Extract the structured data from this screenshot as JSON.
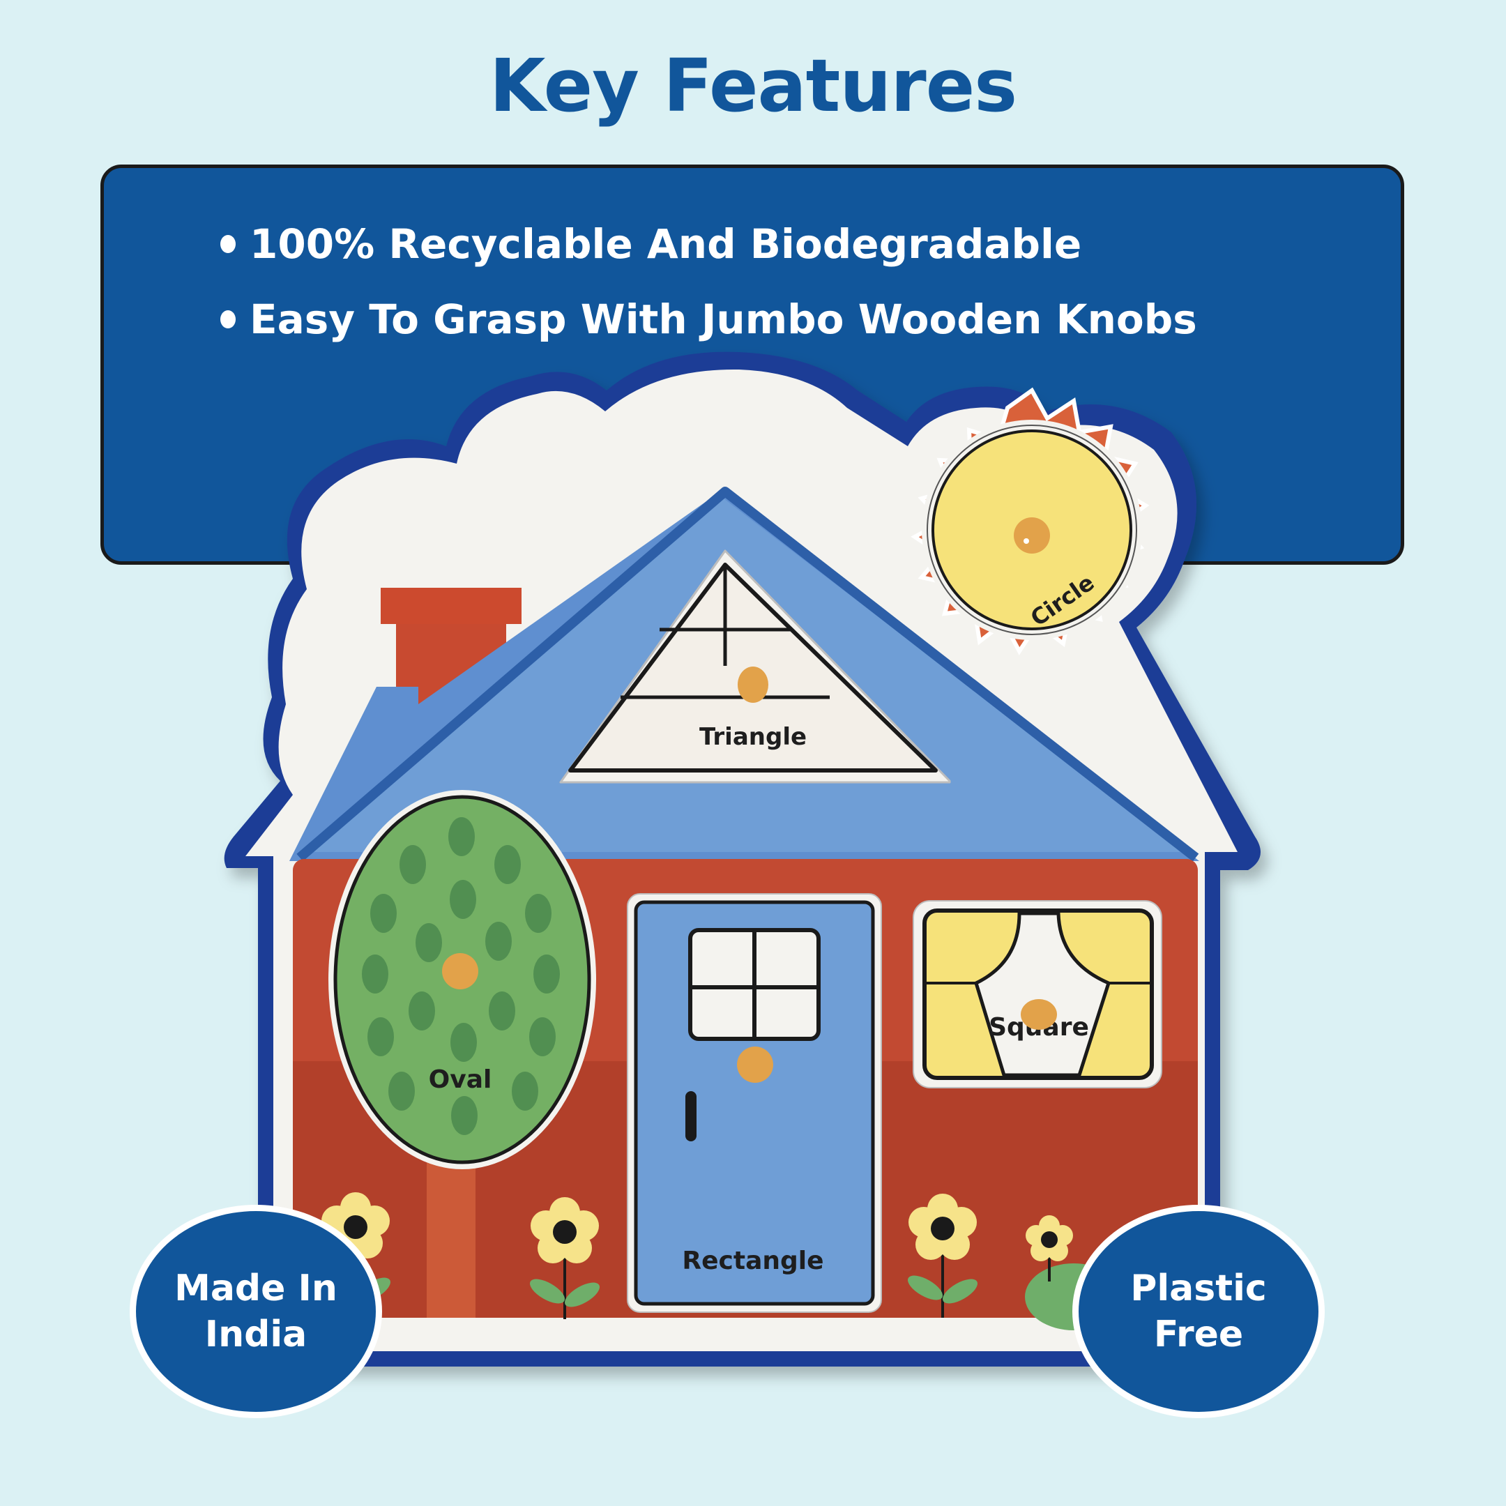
{
  "header": {
    "title": "Key Features"
  },
  "features": [
    "100% Recyclable And Biodegradable",
    "Easy To Grasp With Jumbo Wooden Knobs"
  ],
  "product": {
    "type": "wooden shape puzzle house",
    "pieces": [
      {
        "label": "Circle",
        "icon": "circle-piece",
        "color": "#f6e27a"
      },
      {
        "label": "Triangle",
        "icon": "triangle-piece",
        "color": "#f3efe8"
      },
      {
        "label": "Oval",
        "icon": "oval-tree-piece",
        "color": "#74b064"
      },
      {
        "label": "Rectangle",
        "icon": "rectangle-door-piece",
        "color": "#6f9ed6"
      },
      {
        "label": "Square",
        "icon": "square-window-piece",
        "color": "#f6e27a"
      }
    ]
  },
  "badges": {
    "left": {
      "line1": "Made In",
      "line2": "India"
    },
    "right": {
      "line1": "Plastic",
      "line2": "Free"
    }
  },
  "colors": {
    "background": "#dbf1f4",
    "brand_blue": "#11569b",
    "board_border": "#1e3d96",
    "roof": "#6f9ed6",
    "wall": "#c24a32",
    "chimney": "#cc4a2e",
    "knob": "#e2a24a"
  }
}
